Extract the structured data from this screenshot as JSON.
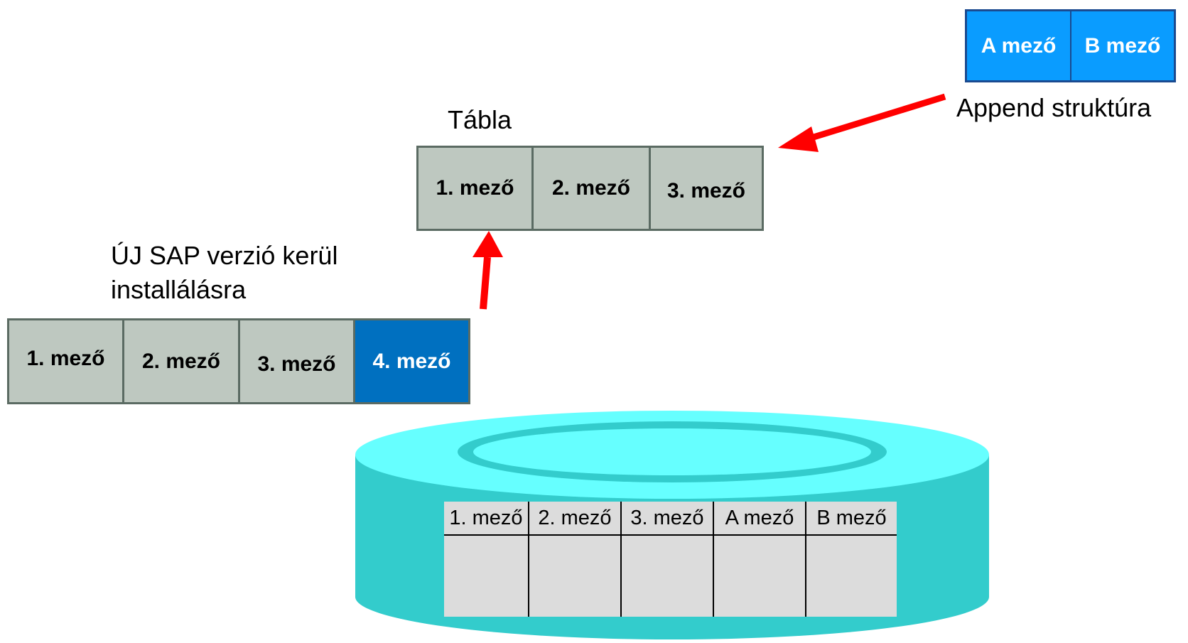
{
  "append_structure": {
    "fields": [
      "A mező",
      "B mező"
    ],
    "label": "Append struktúra"
  },
  "table": {
    "label": "Tábla",
    "fields": [
      "1. mező",
      "2. mező",
      "3. mező"
    ]
  },
  "new_version": {
    "label_line1": "ÚJ SAP verzió kerül",
    "label_line2": "installálásra",
    "fields": [
      "1. mező",
      "2. mező",
      "3. mező",
      "4. mező"
    ]
  },
  "database": {
    "columns": [
      "1. mező",
      "2. mező",
      "3. mező",
      "A mező",
      "B mező"
    ]
  },
  "colors": {
    "arrow": "#ff0000",
    "cell_gray": "#bec8c0",
    "cell_dark_blue": "#0070c0",
    "cell_light_blue": "#0a9cff",
    "db_cylinder": "#33cccc",
    "db_top": "#66ffff"
  }
}
